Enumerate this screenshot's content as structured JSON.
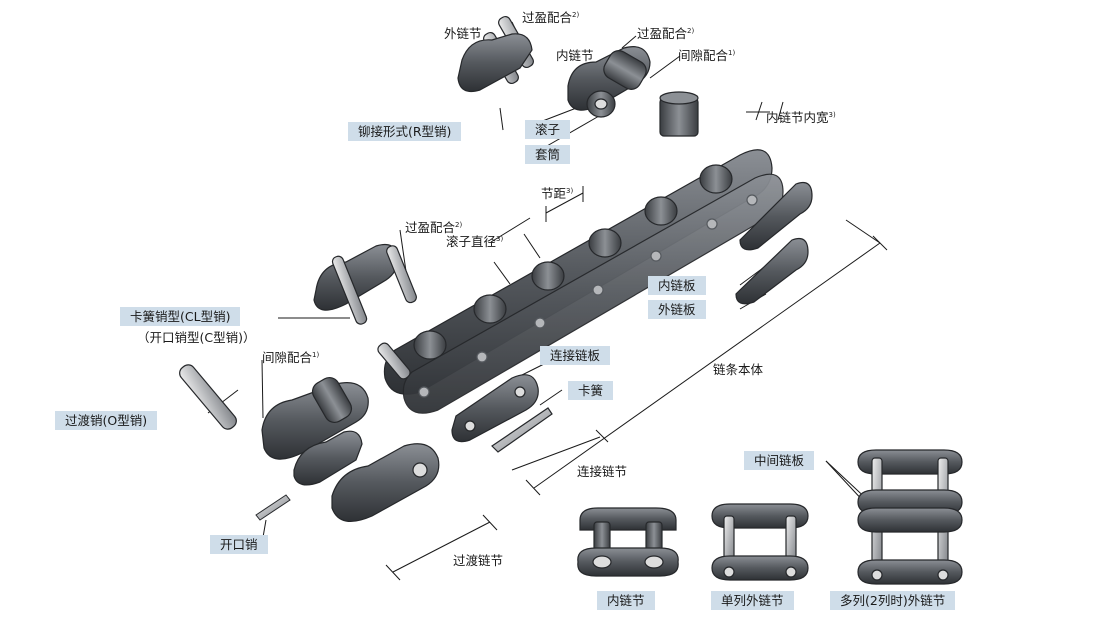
{
  "labels": {
    "outer_link_top": "外链节",
    "interference_fit": "过盈配合",
    "inner_link_top": "内链节",
    "clearance_fit": "间隙配合",
    "riveted_r_pin": "铆接形式(R型销)",
    "roller": "滚子",
    "bushing": "套筒",
    "inner_width": "内链节内宽",
    "pitch": "节距",
    "roller_diameter": "滚子直径",
    "clip_pin_cl": "卡簧销型(CL型销)",
    "cotter_pin_c": "（开口销型(C型销)）",
    "inner_plate": "内链板",
    "outer_plate": "外链板",
    "chain_body": "链条本体",
    "connecting_plate": "连接链板",
    "spring_clip": "卡簧",
    "offset_pin_o": "过渡销(O型销)",
    "connecting_link": "连接链节",
    "offset_link": "过渡链节",
    "cotter_pin": "开口销",
    "intermediate_plate": "中间链板",
    "inner_link_bottom": "内链节",
    "single_outer_link": "单列外链节",
    "multi_outer_link": "多列(2列时)外链节",
    "note_1": "1)",
    "note_2": "2)",
    "note_3": "3)"
  },
  "colors": {
    "label_box": "#cfdde9",
    "steel_dark": "#4a4d52",
    "steel_light": "#b9bcc0",
    "leader_line": "#1a1a1a"
  }
}
